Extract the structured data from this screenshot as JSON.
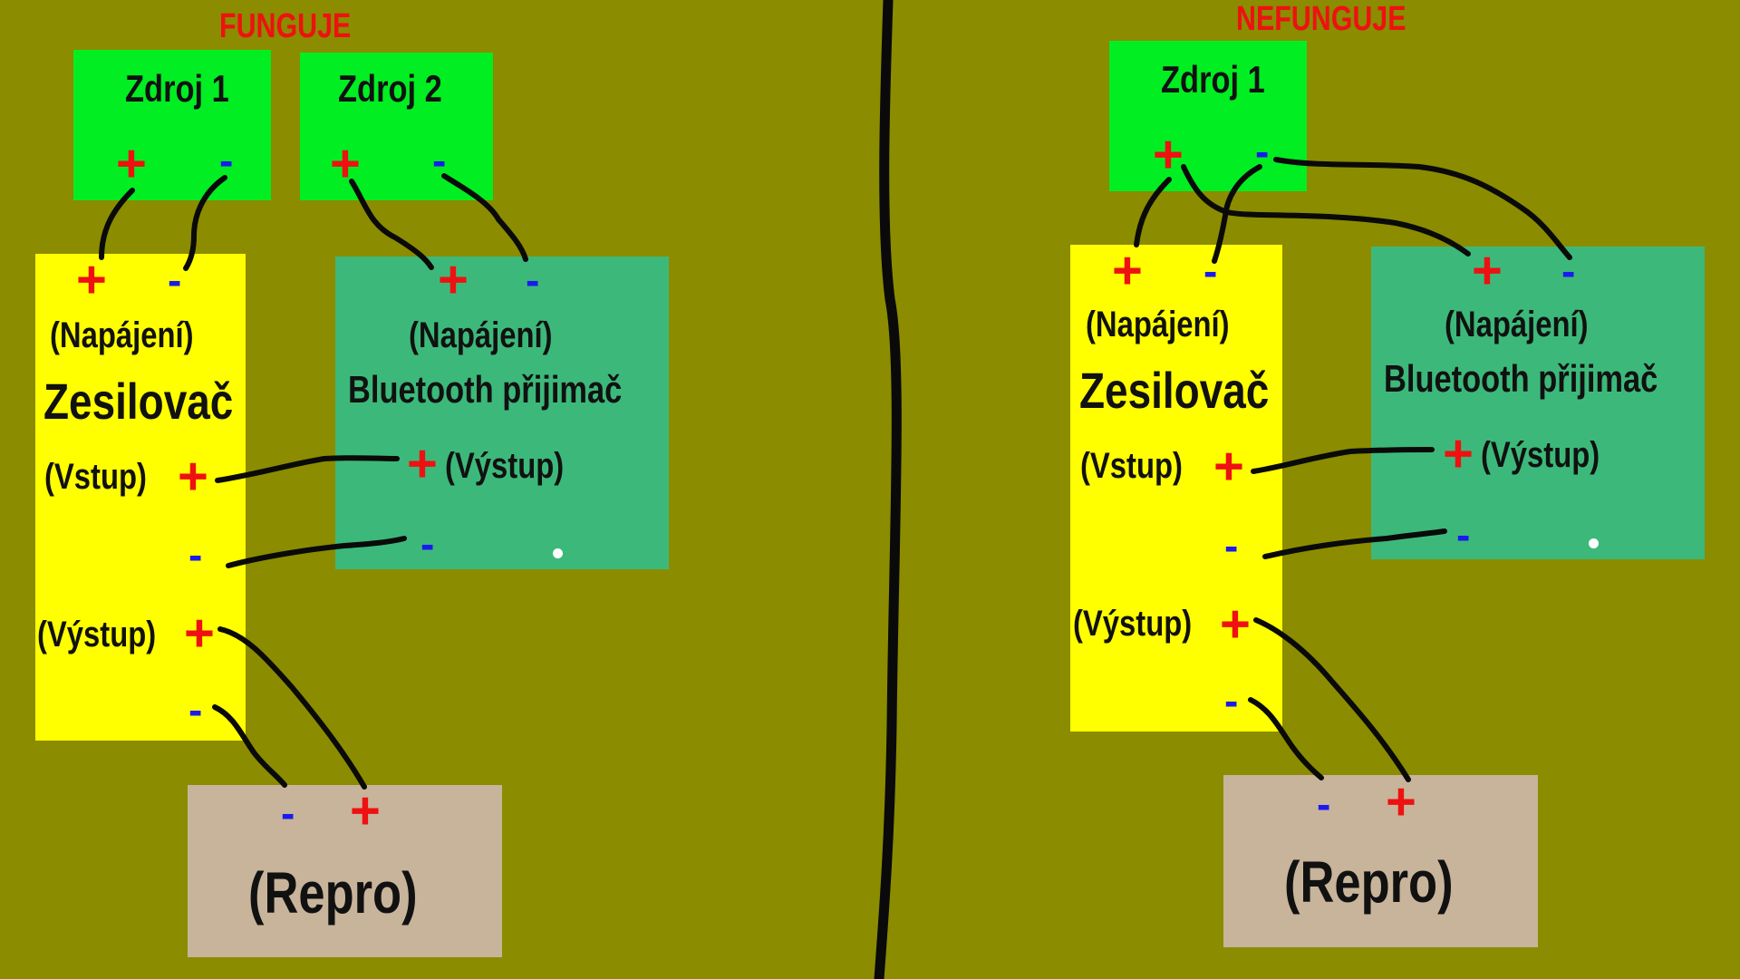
{
  "colors": {
    "background": "#8b8c00",
    "power_supply": "#00ee22",
    "amplifier": "#ffff00",
    "bluetooth": "#3cb97a",
    "speaker": "#c8b49a",
    "plus": "#ee1111",
    "minus": "#1a1aee",
    "wire": "#0a0a0a"
  },
  "left": {
    "title": "FUNGUJE",
    "zdroj1": "Zdroj 1",
    "zdroj2": "Zdroj 2",
    "amp_power": "(Napájení)",
    "amp_name": "Zesilovač",
    "amp_input": "(Vstup)",
    "amp_output": "(Výstup)",
    "bt_power": "(Napájení)",
    "bt_name": "Bluetooth přijimač",
    "bt_output": "(Výstup)",
    "speaker": "(Repro)"
  },
  "right": {
    "title": "NEFUNGUJE",
    "zdroj1": "Zdroj 1",
    "amp_power": "(Napájení)",
    "amp_name": "Zesilovač",
    "amp_input": "(Vstup)",
    "amp_output": "(Výstup)",
    "bt_power": "(Napájení)",
    "bt_name": "Bluetooth přijimač",
    "bt_output": "(Výstup)",
    "speaker": "(Repro)"
  },
  "symbols": {
    "plus": "+",
    "minus": "-"
  }
}
